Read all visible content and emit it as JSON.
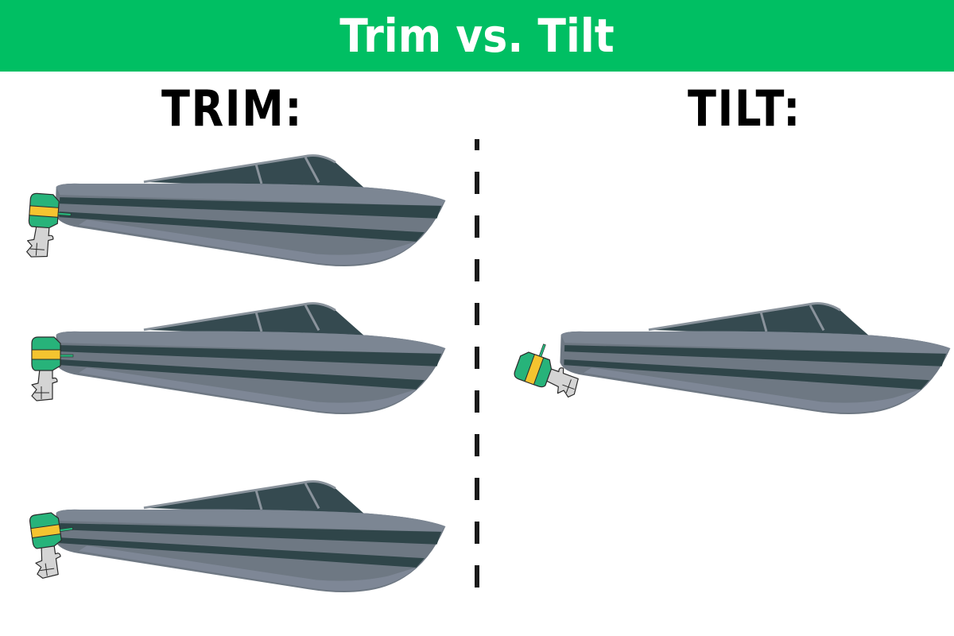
{
  "header": {
    "title": "Trim vs. Tilt",
    "background_color": "#00bf63",
    "text_color": "#ffffff"
  },
  "sections": {
    "trim": {
      "label": "TRIM:"
    },
    "tilt": {
      "label": "TILT:"
    }
  },
  "colors": {
    "hull": "#6e7883",
    "hull_light": "#7c8693",
    "hull_underside": "#848d9e",
    "stripe": "#2f4549",
    "windshield": "#354a50",
    "windshield_frame": "#8a939c",
    "motor_green": "#27b37a",
    "motor_yellow": "#f4c430",
    "motor_body": "#d4d4d4",
    "motor_outline": "#2a2a2a",
    "divider": "#1a1a1a"
  },
  "illustrations": [
    {
      "section": "trim",
      "description": "Boat with outboard motor trimmed in (position 1)"
    },
    {
      "section": "trim",
      "description": "Boat with outboard motor at neutral trim (position 2)"
    },
    {
      "section": "trim",
      "description": "Boat with outboard motor trimmed out (position 3)"
    },
    {
      "section": "tilt",
      "description": "Boat with outboard motor tilted up out of the water"
    }
  ]
}
